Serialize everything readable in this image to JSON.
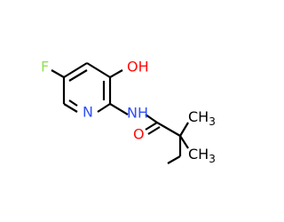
{
  "molecule": {
    "atoms": {
      "fluorine": "F",
      "hydroxyl": "OH",
      "ring_nitrogen": "N",
      "amide_nh": "NH",
      "carbonyl_oxygen": "O",
      "methyl_top": "CH",
      "methyl_top_sub": "3",
      "methyl_bottom": "CH",
      "methyl_bottom_sub": "3"
    },
    "colors": {
      "fluorine": "#90e050",
      "oxygen": "#ff0d0d",
      "nitrogen": "#3050f8",
      "carbon": "#000000"
    }
  }
}
